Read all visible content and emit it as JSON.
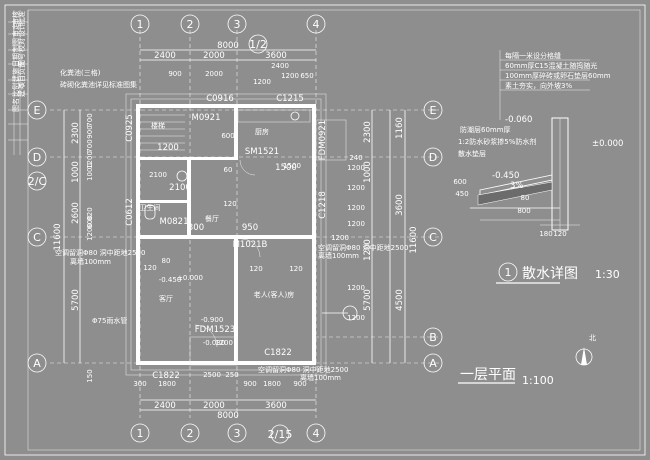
{
  "title_block": {
    "cells": [
      "审核",
      "批准",
      "审定",
      "设计",
      "制图",
      "校对",
      "日期",
      "图号",
      "建施",
      "项目负责",
      "比例",
      "建-5",
      "图名"
    ]
  },
  "grid_axes": {
    "top": [
      "1",
      "2",
      "3",
      "4"
    ],
    "bottom": [
      "1",
      "2",
      "3",
      "4"
    ],
    "left": [
      "E",
      "D",
      "2/C",
      "C",
      "A"
    ],
    "right": [
      "E",
      "D",
      "C",
      "B",
      "A"
    ],
    "section_marker_top": "1/2",
    "section_marker_bottom": "2/15"
  },
  "dimensions": {
    "top_total": "8000",
    "top_segments": [
      "2400",
      "2000",
      "3600"
    ],
    "top_sub": [
      "900",
      "2000",
      "1200",
      "2400"
    ],
    "top_small": [
      "1200",
      "650"
    ],
    "bottom_total": "8000",
    "bottom_segments": [
      "2400",
      "2000",
      "3600"
    ],
    "bottom_sub": [
      "300",
      "1800",
      "2500",
      "250",
      "900",
      "1800",
      "900"
    ],
    "left_total": "11600",
    "left_segments": [
      "2300",
      "1000",
      "2600",
      "5700"
    ],
    "left_sub": [
      "700",
      "900",
      "700",
      "1200",
      "1000",
      "820",
      "600",
      "1200",
      "150"
    ],
    "right_total": "11600",
    "right_segments": [
      "1160",
      "2300",
      "1000",
      "3600",
      "1200",
      "4500",
      "5700"
    ],
    "right_sub": [
      "240",
      "1200",
      "1200",
      "1200",
      "1200",
      "1500",
      "1200",
      "1200",
      "1200"
    ]
  },
  "rooms": [
    "厨房",
    "餐厅",
    "客厅",
    "老人(客人)房",
    "卫生间",
    "楼梯"
  ],
  "tags": [
    "C0916",
    "C1215",
    "C0925",
    "M0921",
    "SM1521",
    "FDM0921",
    "C1218",
    "C0612",
    "M0821",
    "M1021B",
    "FDM1523",
    "C1822",
    "C1822",
    "1500",
    "1200",
    "2100",
    "950",
    "300"
  ],
  "misc_labels": [
    "600",
    "60",
    "120",
    "80",
    "±0.000",
    "-0.450",
    "-0.900",
    "1200",
    "2100",
    "120",
    "120",
    "120"
  ],
  "notes": {
    "top_left_1": "化粪池(三格)",
    "top_left_2": "砖砌化粪池详见标准图集",
    "ac_1": "空调留洞Φ80 洞中距地2500",
    "ac_1b": "离墙100mm",
    "ac_2": "空调留洞Φ80 洞中距地2500",
    "ac_2b": "离墙100mm",
    "ac_3": "空调留洞Φ80 洞中距地2500",
    "ac_3b": "离墙100mm",
    "pipe": "Φ75雨水管",
    "entry": "-0.030"
  },
  "detail": {
    "heading": "散水详图",
    "number": "1",
    "scale": "1:30",
    "notes": [
      "每隔一米设分格缝",
      "60mm厚C15混凝土随捣随光",
      "100mm厚碎砖或卵石垫层60mm",
      "素土夯实，向外坡3%"
    ],
    "callouts": [
      "防潮层60mm厚",
      "1:2防水砂浆掺5%防水剂",
      "散水垫层"
    ],
    "levels": [
      "-0.060",
      "±0.000",
      "-0.450",
      "3%"
    ],
    "dims": [
      "800",
      "80",
      "180",
      "120",
      "600",
      "450"
    ]
  },
  "plan_title": {
    "name": "一层平面",
    "scale": "1:100"
  },
  "north": {
    "label": "北"
  }
}
